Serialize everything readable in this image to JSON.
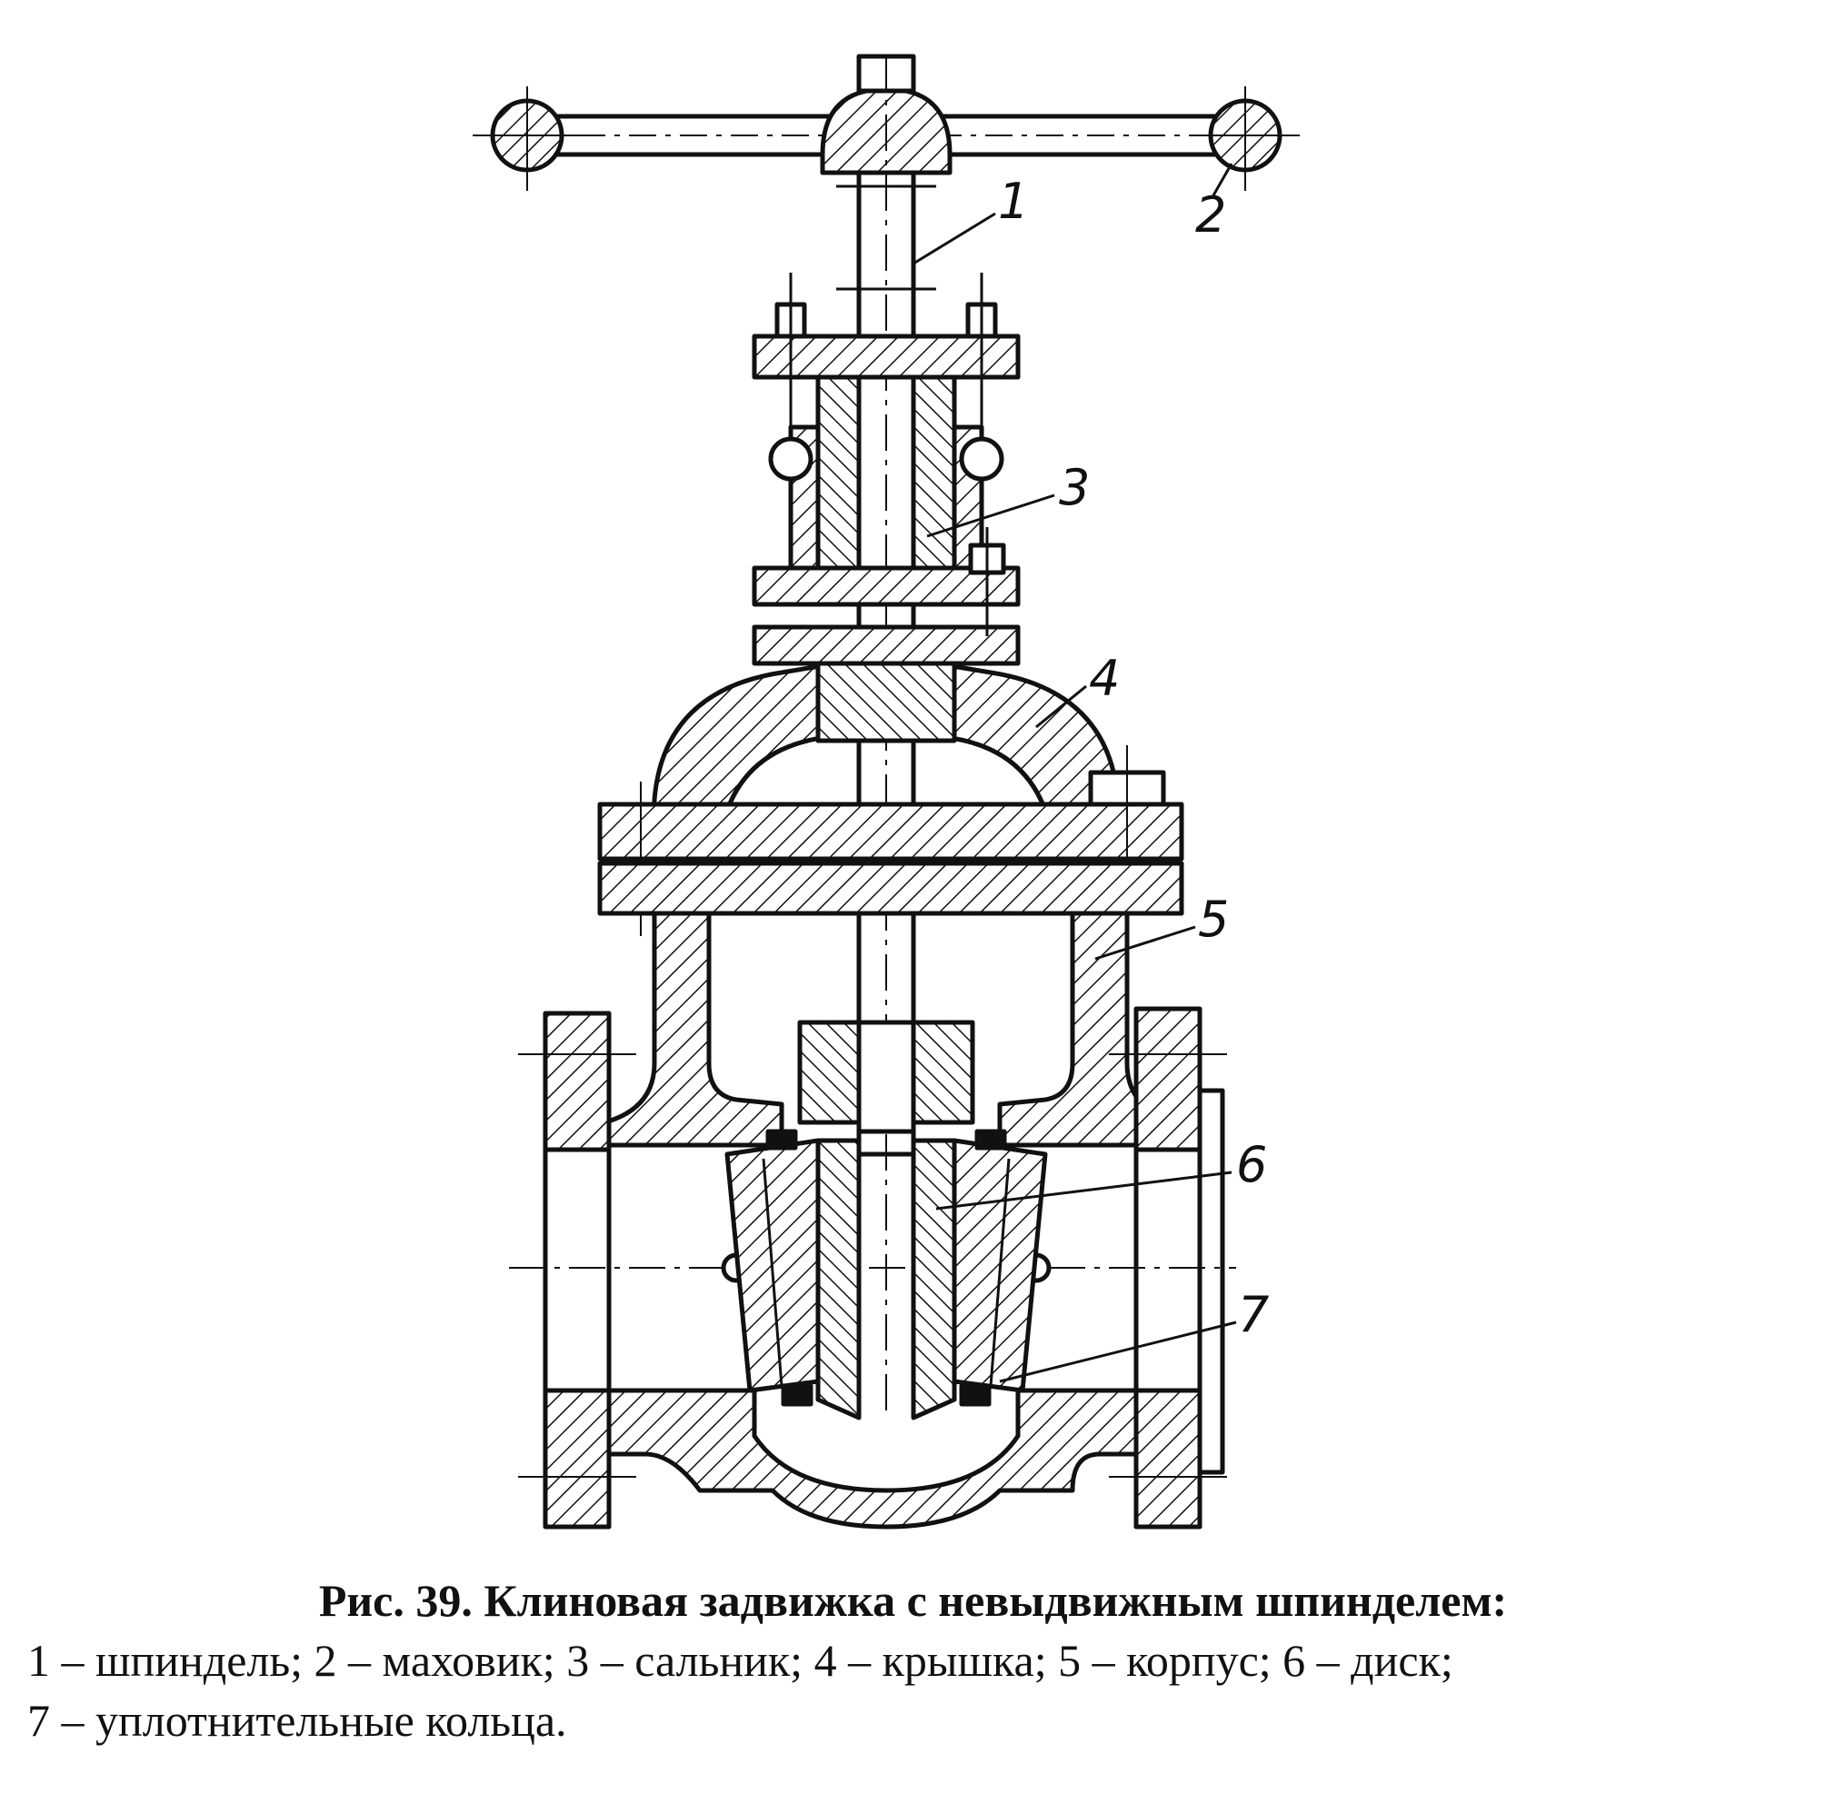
{
  "figure": {
    "callouts": [
      {
        "number": "1"
      },
      {
        "number": "2"
      },
      {
        "number": "3"
      },
      {
        "number": "4"
      },
      {
        "number": "5"
      },
      {
        "number": "6"
      },
      {
        "number": "7"
      }
    ]
  },
  "caption": {
    "title": "Рис. 39. Клиновая задвижка с невыдвижным шпинделем:",
    "line1": "1 – шпиндель; 2 – маховик; 3 – сальник; 4 – крышка; 5 – корпус; 6 – диск;",
    "line2": "7 – уплотнительные кольца."
  },
  "colors": {
    "ink": "#111111",
    "paper": "#ffffff"
  }
}
